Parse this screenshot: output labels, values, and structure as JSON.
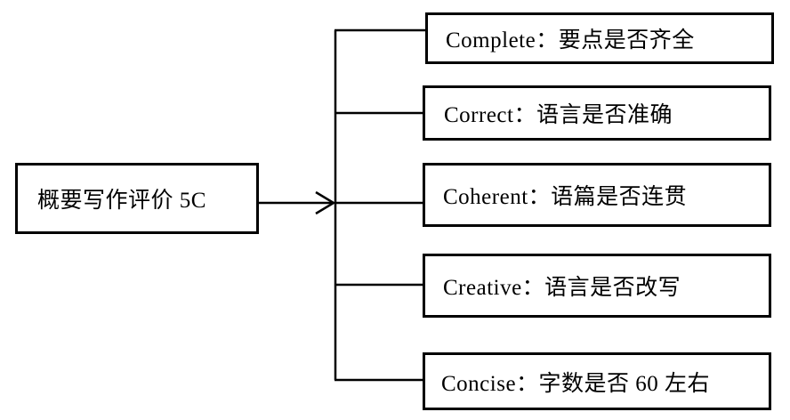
{
  "main": {
    "label": "概要写作评价  5C"
  },
  "criteria": [
    {
      "label": "Complete：要点是否齐全"
    },
    {
      "label": "Correct：语言是否准确"
    },
    {
      "label": "Coherent：语篇是否连贯"
    },
    {
      "label": "Creative：语言是否改写"
    },
    {
      "label": "Concise：字数是否 60 左右"
    }
  ]
}
